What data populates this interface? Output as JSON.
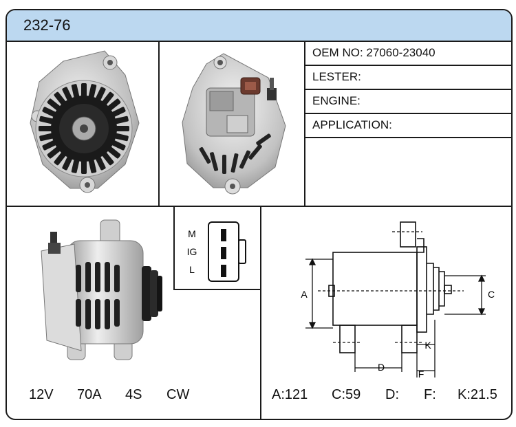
{
  "header": {
    "part_number": "232-76"
  },
  "info": {
    "oem": "OEM NO: 27060-23040",
    "lester": "LESTER:",
    "engine": "ENGINE:",
    "application": "APPLICATION:"
  },
  "connector": {
    "pins": [
      "M",
      "IG",
      "L"
    ]
  },
  "specs_left": [
    "12V",
    "70A",
    "4S",
    "CW"
  ],
  "specs_right": [
    "A:121",
    "C:59",
    "D:",
    "F:",
    "K:21.5"
  ],
  "diagram_labels": {
    "a": "A",
    "c": "C",
    "d": "D",
    "f": "F",
    "k": "K"
  }
}
